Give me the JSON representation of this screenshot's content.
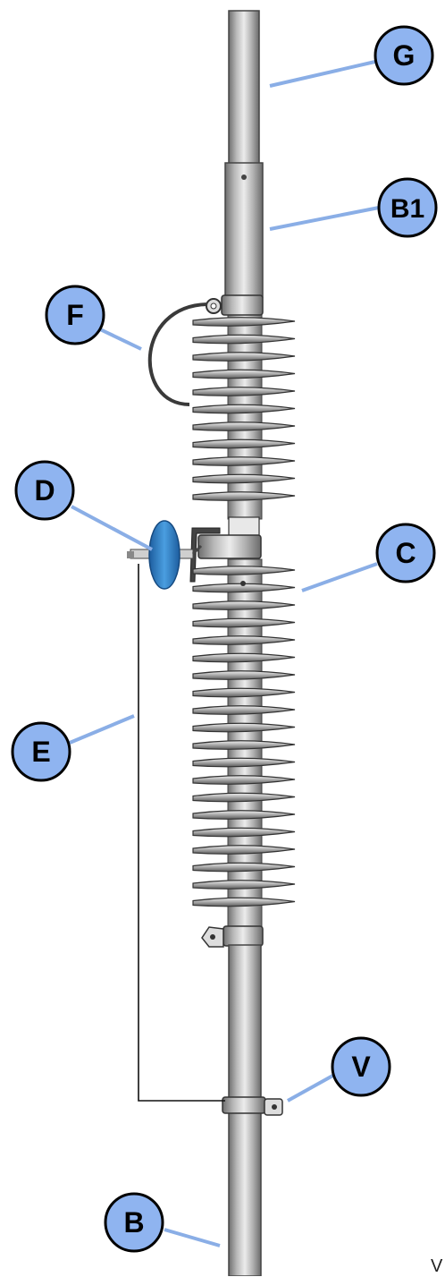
{
  "callouts": {
    "G": "G",
    "B1": "B1",
    "F": "F",
    "D": "D",
    "C": "C",
    "E": "E",
    "V": "V",
    "B": "B"
  },
  "corner_mark": "V",
  "colors": {
    "callout_fill": "#8fb4f0",
    "callout_stroke": "#000000",
    "leader_line": "#8aaee6",
    "tube": "#b4b4b4",
    "tube_highlight": "#e6e6e6",
    "coil": "#9a9a9a",
    "insulator": "#2f7fc4",
    "wire": "#000000"
  }
}
